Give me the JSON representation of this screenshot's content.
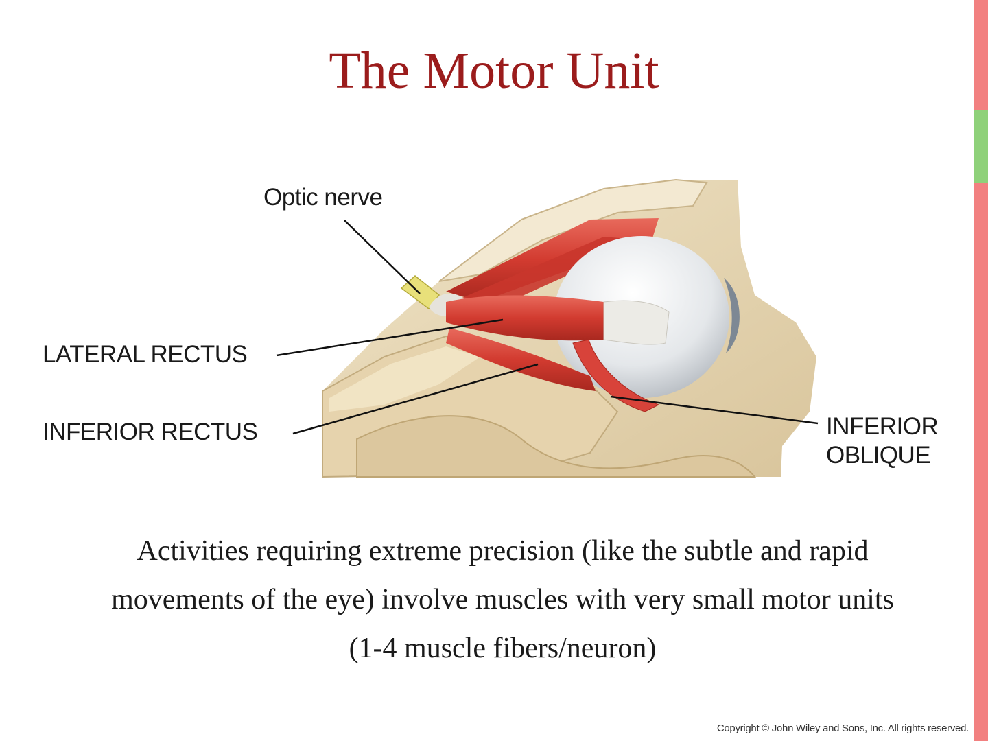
{
  "slide": {
    "title": "The Motor Unit",
    "title_color": "#9b1c1c",
    "caption_lines": [
      "Activities requiring extreme precision (like the subtle and rapid",
      "movements of the eye) involve muscles with very small motor units",
      "(1-4 muscle fibers/neuron)"
    ],
    "copyright": "Copyright © John Wiley and Sons, Inc. All rights reserved."
  },
  "figure": {
    "labels": {
      "optic_nerve": "Optic nerve",
      "lateral_rectus": "LATERAL RECTUS",
      "inferior_rectus": "INFERIOR RECTUS",
      "inferior_oblique_line1": "INFERIOR",
      "inferior_oblique_line2": "OBLIQUE"
    }
  },
  "colors": {
    "side_bar": "#f28080",
    "side_bar_accent": "#8fd17a",
    "bone": "#e8d9b8",
    "muscle": "#d9443a",
    "eyeball": "#e9ebee",
    "optic_nerve": "#e8e07a"
  }
}
